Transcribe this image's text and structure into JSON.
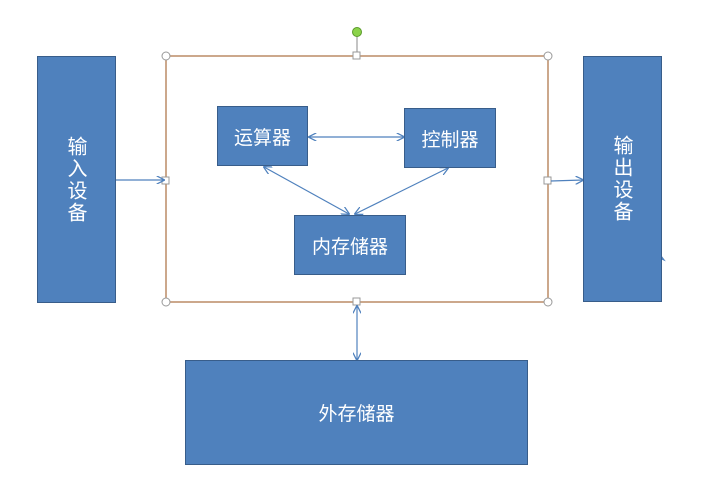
{
  "diagram": {
    "input_device": "输入设备",
    "output_device": "输出设备",
    "alu": "运算器",
    "controller": "控制器",
    "memory": "内存储器",
    "external_storage": "外存储器"
  },
  "colors": {
    "box_fill": "#4f81bd",
    "box_border": "#385d8a",
    "frame_border": "#b07a4e",
    "arrow": "#4f81bd",
    "rotation_handle": "#8bd34a"
  }
}
